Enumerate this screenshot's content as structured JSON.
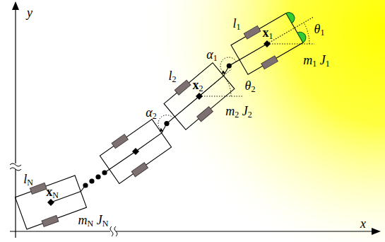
{
  "diagram": {
    "labels": [
      "y",
      "x",
      "l1",
      "x1",
      "θ1",
      "α1",
      "m1 J1",
      "l2",
      "x2",
      "θ2",
      "m2 J2",
      "α2",
      "lN",
      "xN",
      "mN JN"
    ]
  }
}
